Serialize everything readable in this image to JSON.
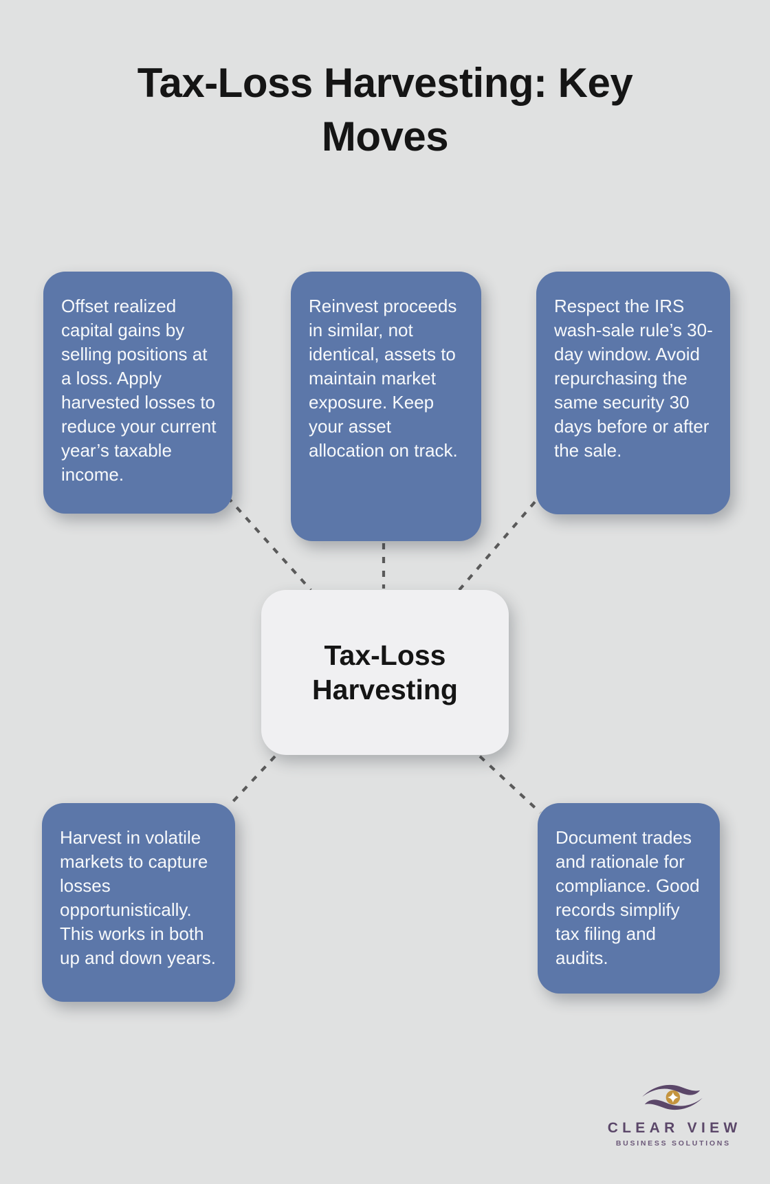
{
  "title": "Tax-Loss Harvesting: Key Moves",
  "center": {
    "label": "Tax-Loss Harvesting"
  },
  "nodes": [
    {
      "id": "offset-gains",
      "text": "Offset realized capital gains by selling positions at a loss. Apply harvested losses to reduce your current year’s taxable income."
    },
    {
      "id": "reinvest",
      "text": "Reinvest proceeds in similar, not identical, assets to maintain market exposure. Keep your asset allocation on track."
    },
    {
      "id": "wash-sale-rule",
      "text": "Respect the IRS wash-sale rule’s 30-day window. Avoid repurchasing the same security 30 days before or after the sale."
    },
    {
      "id": "volatile-markets",
      "text": "Harvest in volatile markets to capture losses opportunistically. This works in both up and down years."
    },
    {
      "id": "document-trades",
      "text": "Document trades and rationale for compliance. Good records simplify tax filing and audits."
    }
  ],
  "logo": {
    "brand": "CLEAR VIEW",
    "tagline": "BUSINESS SOLUTIONS",
    "icon": "clearview-eye-icon"
  },
  "colors": {
    "page-bg": "#e0e1e1",
    "ink": "#151515",
    "card-blue": "#5c77a9",
    "card-text": "#f7f9fb",
    "center-bg": "#f0f0f2",
    "connector": "#5a5a5a",
    "logo-purple": "#5b4769",
    "logo-purple-light": "#6b5878",
    "logo-gold": "#c4943f"
  }
}
